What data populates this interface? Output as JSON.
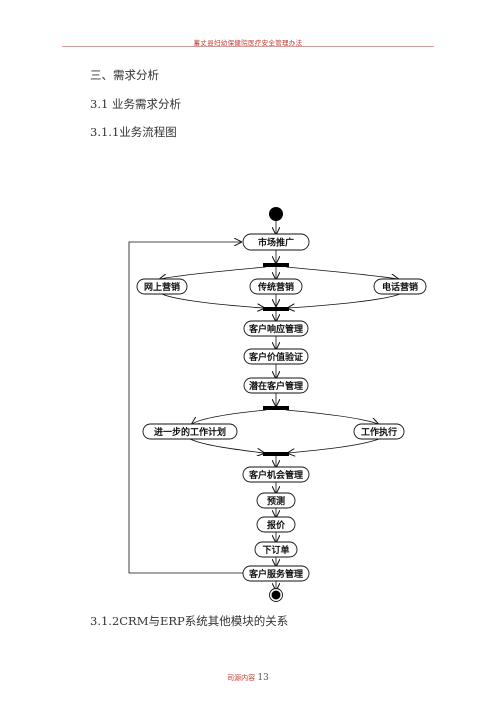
{
  "header": {
    "text": "蓄丈县妇幼保健院医疗安全管理办法"
  },
  "headings": {
    "section": "三、需求分析",
    "subsection": "3.1 业务需求分析",
    "subsubsection": "3.1.1业务流程图",
    "next": "3.1.2CRM与ERP系统其他模块的关系"
  },
  "flowchart": {
    "nodes": {
      "market": "市场推广",
      "online": "网上营销",
      "traditional": "传统营销",
      "phone": "电话营销",
      "response": "客户响应管理",
      "value": "客户价值验证",
      "potential": "潜在客户管理",
      "plan": "进一步的工作计划",
      "execute": "工作执行",
      "opportunity": "客户机会管理",
      "forecast": "预测",
      "quote": "报价",
      "order": "下订单",
      "service": "客户服务管理"
    }
  },
  "footer": {
    "label": "司源内容",
    "page": "13"
  }
}
